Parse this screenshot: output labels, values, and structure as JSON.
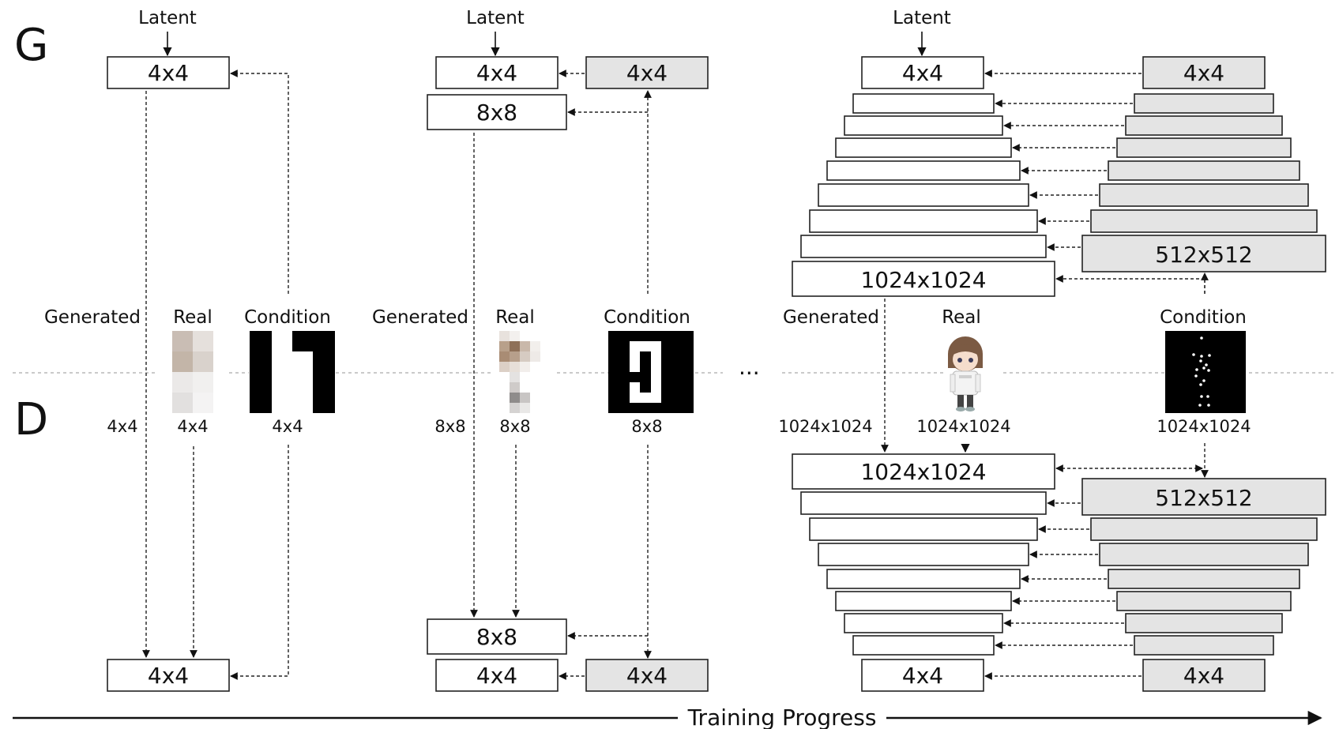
{
  "sections": {
    "generator_letter": "G",
    "discriminator_letter": "D"
  },
  "labels": {
    "latent": "Latent",
    "generated": "Generated",
    "real": "Real",
    "condition": "Condition",
    "ellipsis": "···",
    "training_progress": "Training Progress"
  },
  "stages": [
    {
      "resolution": "4x4"
    },
    {
      "resolution": "8x8"
    },
    {
      "resolution": "1024x1024"
    }
  ],
  "blocks": {
    "b4": "4x4",
    "b8": "8x8",
    "b512": "512x512",
    "b1024": "1024x1024"
  },
  "colors": {
    "line": "#222222",
    "condition_block_fill": "#e4e4e4",
    "separator": "#aaaaaa"
  },
  "icons": {
    "real_image_stage3": "anime-character-image",
    "condition_image_stage3": "pose-keypoints-image"
  }
}
